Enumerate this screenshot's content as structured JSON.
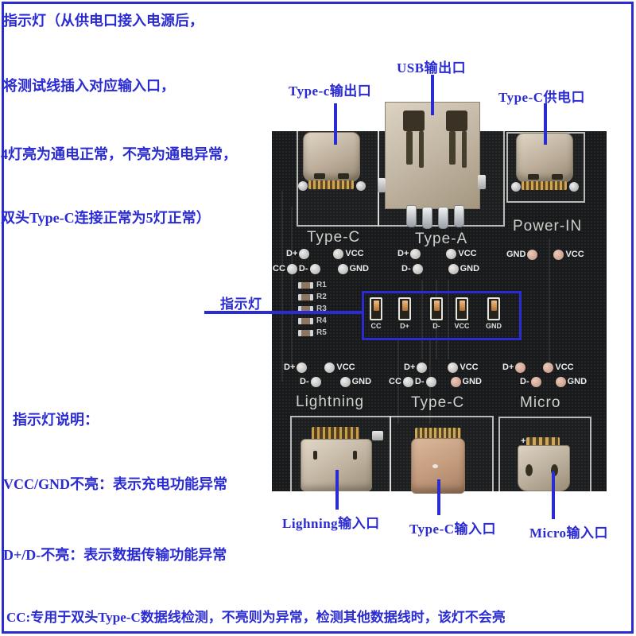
{
  "notes": [
    "指示灯（从供电口接入电源后，",
    "将测试线插入对应输入口，",
    "4灯亮为通电正常，不亮为通电异常，",
    "双头Type-C连接正常为5灯正常）",
    "指示灯说明：",
    "VCC/GND不亮：表示充电功能异常",
    "D+/D-不亮：表示数据传输功能异常",
    "CC:专用于双头Type-C数据线检测，不亮则为异常，检测其他数据线时，该灯不会亮"
  ],
  "callouts": {
    "type_c_out": "Type-c输出口",
    "usb_out": "USB输出口",
    "type_c_power": "Type-C供电口",
    "indicator": "指示灯",
    "lightning_in": "Lighning输入口",
    "type_c_in": "Type-C输入口",
    "micro_in": "Micro输入口"
  },
  "board": {
    "top_sections": [
      {
        "label": "Type-C",
        "row1": [
          "D+",
          "VCC"
        ],
        "row2": [
          "CC",
          "D-",
          "GND"
        ]
      },
      {
        "label": "Type-A",
        "row1": [
          "D+",
          "VCC"
        ],
        "row2": [
          "D-",
          "GND"
        ]
      },
      {
        "label": "Power-IN",
        "row1": [
          "GND",
          "VCC"
        ]
      }
    ],
    "bottom_sections": [
      {
        "label": "Lightning",
        "row1": [
          "D+",
          "VCC"
        ],
        "row2": [
          "D-",
          "GND"
        ]
      },
      {
        "label": "Type-C",
        "row1": [
          "D+",
          "VCC"
        ],
        "row2": [
          "CC",
          "D-",
          "GND"
        ]
      },
      {
        "label": "Micro",
        "row1": [
          "D+",
          "VCC"
        ],
        "row2": [
          "D-",
          "GND"
        ]
      }
    ],
    "leds": [
      "CC",
      "D+",
      "D-",
      "VCC",
      "GND"
    ],
    "resistors": [
      "R1",
      "R2",
      "R3",
      "R4",
      "R5"
    ],
    "micro_plus": "+"
  },
  "colors": {
    "annotation_blue": "#2b2bd2",
    "board_dark": "#17191b",
    "silkscreen": "#cfcfcb",
    "led_amber": "#c98a4e",
    "connector_tan": "#c0b3a0"
  }
}
